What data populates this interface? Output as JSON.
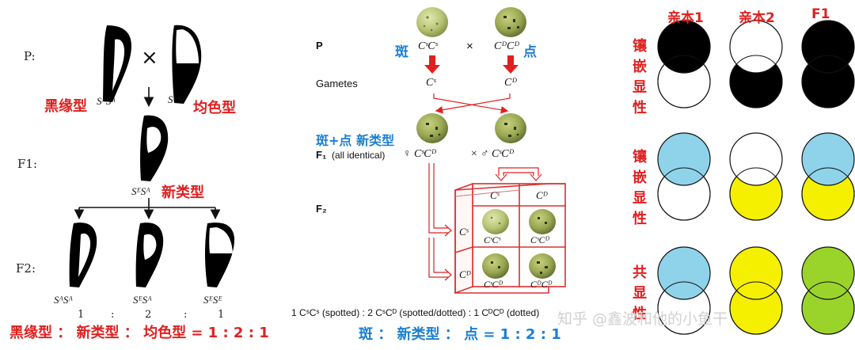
{
  "panel_left": {
    "gen_p": "P:",
    "gen_f1": "F1:",
    "gen_f2": "F2:",
    "cross": "×",
    "parent1_genotype": "SᴬSᴬ",
    "parent1_name": "黑缘型",
    "parent2_genotype": "SᴱSᴱ",
    "parent2_name": "均色型",
    "f1_genotype": "SᴱSᴬ",
    "f1_name": "新类型",
    "f2_genotypes": [
      "SᴬSᴬ",
      "SᴱSᴬ",
      "SᴱSᴱ"
    ],
    "f2_ratio_nums": [
      "1",
      ":",
      "2",
      ":",
      "1"
    ],
    "summary": "黑缘型 ： 新类型 ： 均色型 = 1 : 2 : 1"
  },
  "panel_middle": {
    "gen_p": "P",
    "gametes": "Gametes",
    "f1_label": "F₁",
    "f1_note": "(all identical)",
    "f2_label": "F₂",
    "parent1_name": "斑",
    "parent1_genotype": "CˢCˢ",
    "cross": "×",
    "parent2_genotype": "CᴰCᴰ",
    "parent2_name": "点",
    "gamete1": "Cˢ",
    "gamete2": "Cᴰ",
    "f1_name": "斑+点 新类型",
    "f1_female": "♀ CˢCᴰ",
    "f1_male": "× ♂ CˢCᴰ",
    "punnett_col_headers": [
      "Cˢ",
      "Cᴰ"
    ],
    "punnett_row_headers": [
      "Cˢ",
      "Cᴰ"
    ],
    "punnett_cells": [
      "CˢCˢ",
      "CˢCᴰ",
      "CˢCᴰ",
      "CᴰCᴰ"
    ],
    "ratio_line": "1 CˢCˢ (spotted) : 2 CˢCᴰ (spotted/dotted) : 1 CᴰCᴰ (dotted)",
    "summary": "斑 ： 新类型 ： 点 = 1 : 2 : 1"
  },
  "panel_right": {
    "col_headers": [
      "亲本1",
      "亲本2",
      "F1"
    ],
    "rows": [
      {
        "label": "镶嵌显性",
        "top": [
          "#000000",
          "#ffffff",
          "#000000"
        ],
        "bottom": [
          "#ffffff",
          "#000000",
          "#000000"
        ]
      },
      {
        "label": "镶嵌显性",
        "top": [
          "#8fd3ea",
          "#ffffff",
          "#8fd3ea"
        ],
        "bottom": [
          "#ffffff",
          "#f4f000",
          "#f4f000"
        ]
      },
      {
        "label": "共显性",
        "top": [
          "#8fd3ea",
          "#f4f000",
          "#9ad42a"
        ],
        "bottom": [
          "#ffffff",
          "#f4f000",
          "#9ad42a"
        ]
      }
    ]
  },
  "watermark": "知乎 @鑫波和他的小鱼干",
  "colors": {
    "accent_red": "#e02020",
    "accent_blue": "#1c7fd0"
  }
}
